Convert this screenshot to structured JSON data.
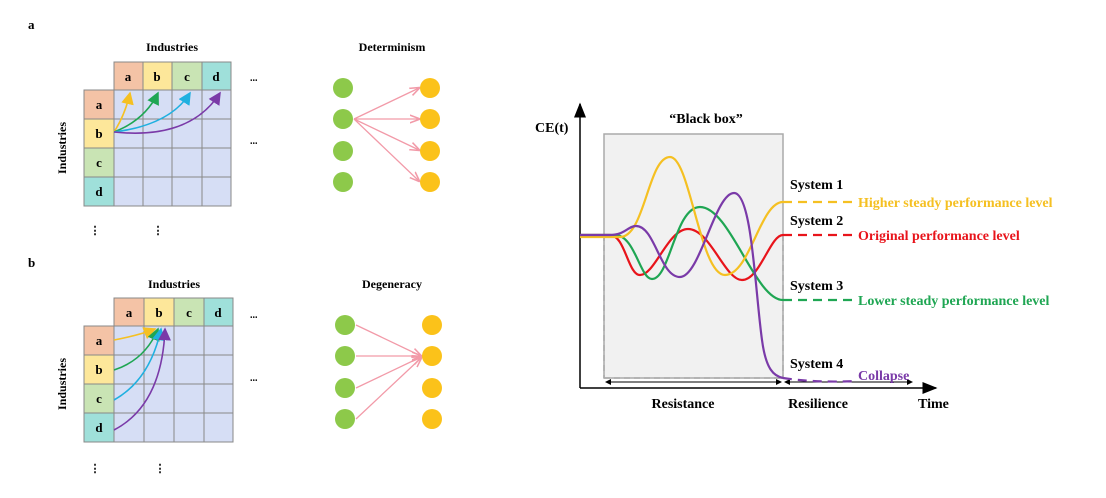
{
  "panel_a": {
    "label": "a",
    "matrix_title": "Industries",
    "row_axis_label": "Industries",
    "columns": [
      "a",
      "b",
      "c",
      "d"
    ],
    "rows": [
      "a",
      "b",
      "c",
      "d"
    ],
    "ellipsis_h": "...",
    "ellipsis_v": "⋮",
    "network_title": "Determinism"
  },
  "panel_b": {
    "label": "b",
    "matrix_title": "Industries",
    "row_axis_label": "Industries",
    "columns": [
      "a",
      "b",
      "c",
      "d"
    ],
    "rows": [
      "a",
      "b",
      "c",
      "d"
    ],
    "ellipsis_h": "...",
    "ellipsis_v": "⋮",
    "network_title": "Degeneracy"
  },
  "chart": {
    "y_label": "CE(t)",
    "x_label": "Time",
    "box_title": "“Black box”",
    "phase_resistance": "Resistance",
    "phase_resilience": "Resilience",
    "systems": [
      {
        "name": "System 1",
        "outcome": "Higher steady performance level",
        "color": "#f5c022"
      },
      {
        "name": "System 2",
        "outcome": "Original performance level",
        "color": "#e8141b"
      },
      {
        "name": "System 3",
        "outcome": "Lower steady performance level",
        "color": "#1fa653"
      },
      {
        "name": "System 4",
        "outcome": "Collapse",
        "color": "#7a3aa8"
      }
    ]
  },
  "colors": {
    "cell_a": "#f4c3a6",
    "cell_b": "#fde79a",
    "cell_c": "#c9e4b4",
    "cell_d": "#9fe0da",
    "grid": "#d6def5",
    "green_node": "#8dc94a",
    "yellow_node": "#fbc21a",
    "arrow": "#f29aa8"
  }
}
